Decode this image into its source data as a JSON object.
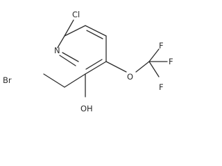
{
  "molecule": {
    "atoms": {
      "chlorine": "Cl",
      "nitrogen": "N",
      "bromine": "Br",
      "hydroxyl": "OH",
      "ether_oxygen": "O",
      "fluorine_top": "F",
      "fluorine_right": "F",
      "fluorine_bottom": "F"
    }
  }
}
